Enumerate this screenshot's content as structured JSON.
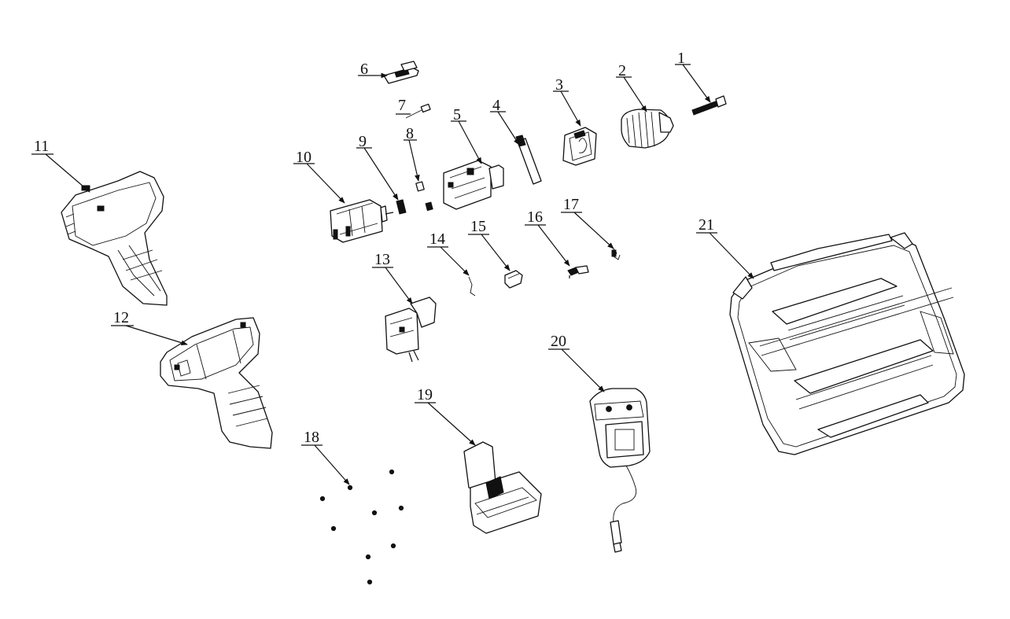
{
  "diagram": {
    "callouts": [
      "1",
      "2",
      "3",
      "4",
      "5",
      "6",
      "7",
      "8",
      "9",
      "10",
      "11",
      "12",
      "13",
      "14",
      "15",
      "16",
      "17",
      "18",
      "19",
      "20",
      "21"
    ]
  }
}
